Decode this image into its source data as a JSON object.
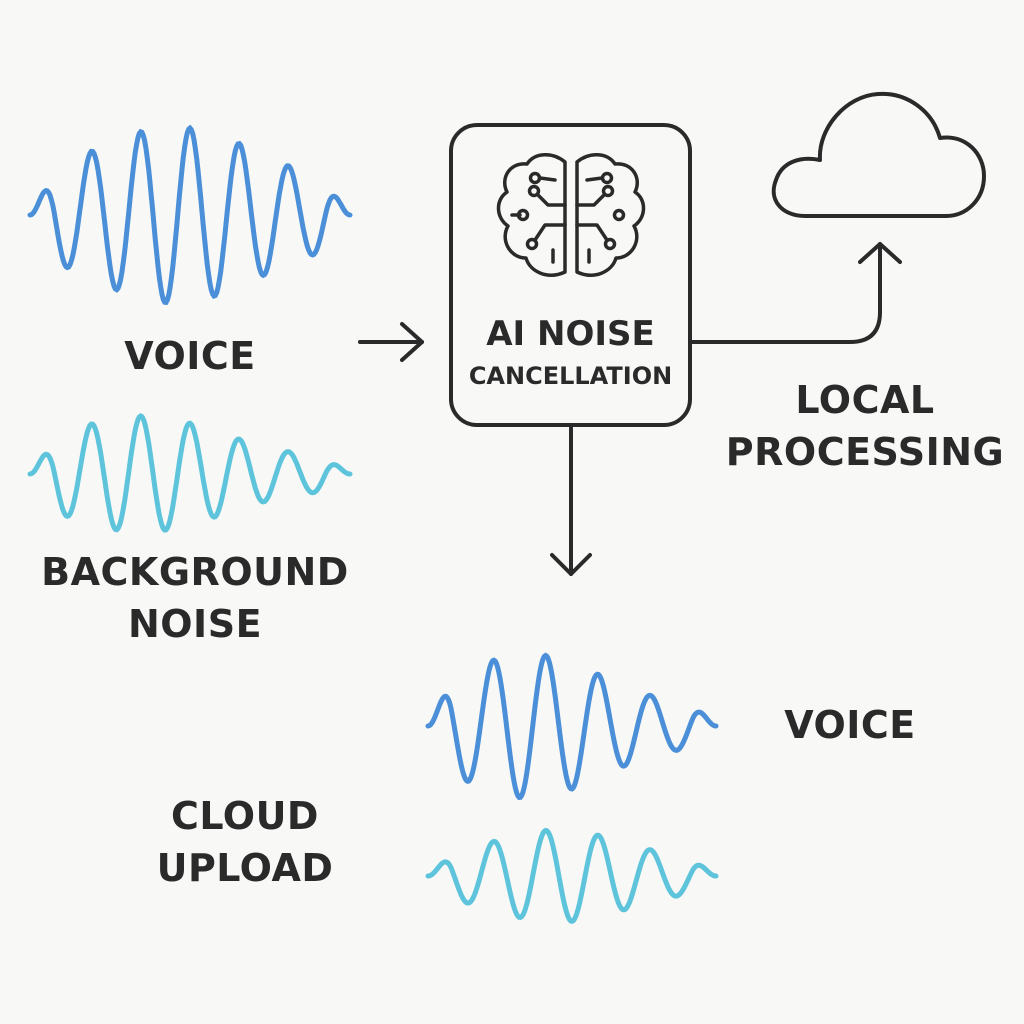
{
  "colors": {
    "background": "#f8f8f6",
    "voice_wave": "#4a8fd8",
    "noise_wave": "#5ec4dc",
    "line": "#2a2a2a"
  },
  "icons": {
    "brain": "brain-circuit-icon",
    "cloud": "cloud-icon"
  },
  "inputs": {
    "voice_label": "VOICE",
    "noise_label_line1": "BACKGROUND",
    "noise_label_line2": "NOISE"
  },
  "processor": {
    "title_line1": "AI NOISE",
    "title_line2": "CANCELLATION"
  },
  "local_processing": {
    "line1": "LOCAL",
    "line2": "PROCESSING"
  },
  "outputs": {
    "voice_label": "VOICE",
    "cloud_upload_line1": "CLOUD",
    "cloud_upload_line2": "UPLOAD"
  }
}
